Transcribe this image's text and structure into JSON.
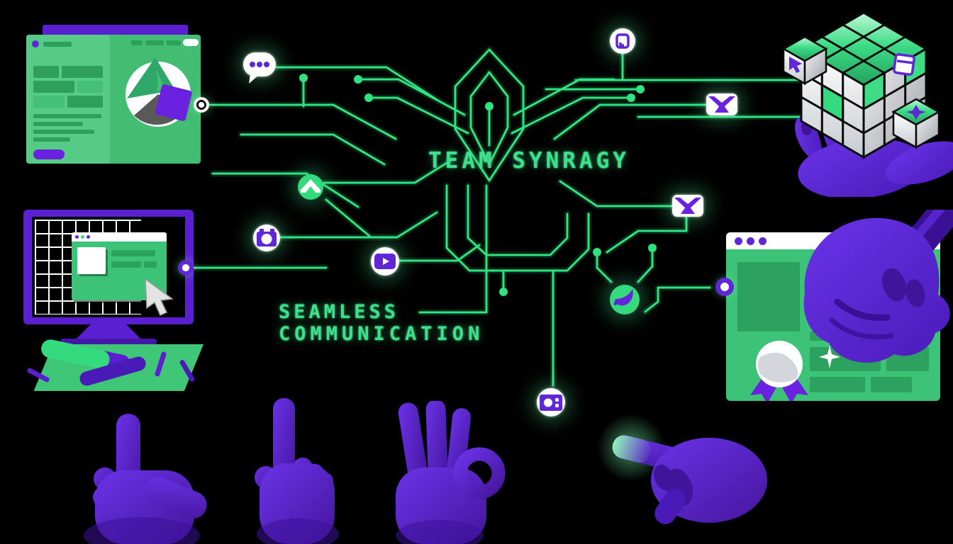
{
  "artwork": {
    "title": "TEAM SYNRAGY",
    "subtitle_line1": "SEAMLESS",
    "subtitle_line2": "COMMUNICATION"
  },
  "colors": {
    "background": "#000000",
    "circuit_green": "#2fe381",
    "text_green": "#3fe08c",
    "panel_green": "#3cc377",
    "panel_green_dark": "#28a35d",
    "icon_green": "#35d97e",
    "purple": "#6126d8",
    "deep_purple": "#41149c",
    "hand_purple": "#5a27d8",
    "white": "#ffffff"
  },
  "icons": [
    {
      "name": "chat-bubble-icon"
    },
    {
      "name": "note-icon"
    },
    {
      "name": "mail-icon-top"
    },
    {
      "name": "m-mail-icon"
    },
    {
      "name": "camera-icon"
    },
    {
      "name": "video-play-icon"
    },
    {
      "name": "mail-icon-mid"
    },
    {
      "name": "check-bird-icon"
    },
    {
      "name": "video-call-icon"
    }
  ],
  "illustrations": [
    {
      "name": "browser-window-top-left"
    },
    {
      "name": "monitor-with-tools"
    },
    {
      "name": "cube-in-hand"
    },
    {
      "name": "browser-window-with-chisel"
    },
    {
      "name": "hand-l-gesture"
    },
    {
      "name": "hand-index-up"
    },
    {
      "name": "hand-ok-gesture"
    },
    {
      "name": "hand-pointing"
    }
  ]
}
